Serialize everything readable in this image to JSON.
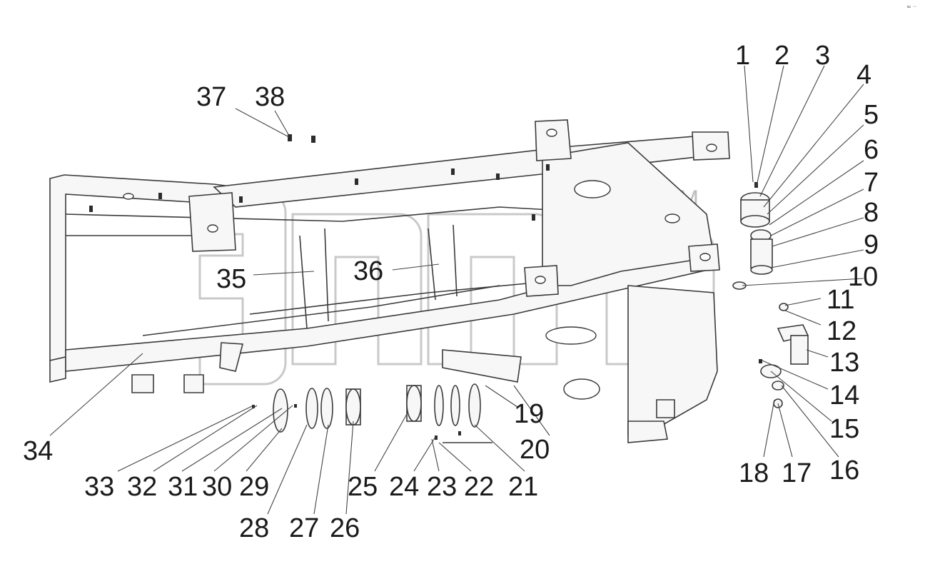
{
  "watermark": {
    "mark": "TM"
  },
  "corner_note": "≈ ··",
  "callouts": [
    "1",
    "2",
    "3",
    "4",
    "5",
    "6",
    "7",
    "8",
    "9",
    "10",
    "11",
    "12",
    "13",
    "14",
    "15",
    "16",
    "17",
    "18",
    "19",
    "20",
    "21",
    "22",
    "23",
    "24",
    "25",
    "26",
    "27",
    "28",
    "29",
    "30",
    "31",
    "32",
    "33",
    "34",
    "35",
    "36",
    "37",
    "38"
  ]
}
